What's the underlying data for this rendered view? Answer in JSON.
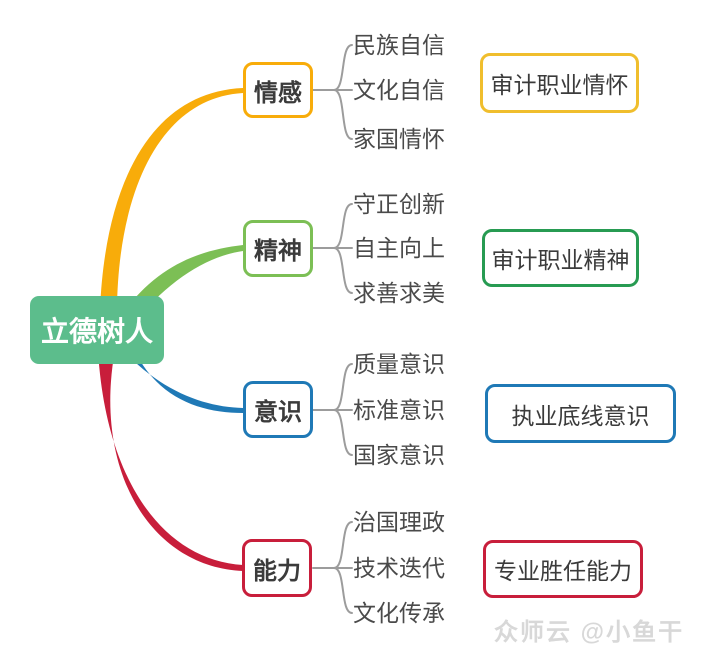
{
  "root": {
    "label": "立德树人"
  },
  "branches": [
    {
      "label": "情感",
      "items": [
        "民族自信",
        "文化自信",
        "家国情怀"
      ],
      "result": "审计职业情怀"
    },
    {
      "label": "精神",
      "items": [
        "守正创新",
        "自主向上",
        "求善求美"
      ],
      "result": "审计职业精神"
    },
    {
      "label": "意识",
      "items": [
        "质量意识",
        "标准意识",
        "国家意识"
      ],
      "result": "执业底线意识"
    },
    {
      "label": "能力",
      "items": [
        "治国理政",
        "技术迭代",
        "文化传承"
      ],
      "result": "专业胜任能力"
    }
  ],
  "watermark": "众师云 @小鱼干",
  "colors": {
    "root-fill": "#5CBD8C",
    "branch-emotion": "#F8AC0A",
    "branch-spirit": "#7CBF55",
    "branch-awareness": "#1F79B6",
    "branch-ability": "#C81E3B",
    "result-emotion": "#F0BE2D",
    "result-spirit": "#279B52",
    "result-awareness": "#1F79B6",
    "result-ability": "#C81E3B",
    "connector": "#9C9C9C",
    "text-dark": "#3B3B3B",
    "text-item": "#4A4A4A",
    "watermark": "#D8D8D8"
  }
}
